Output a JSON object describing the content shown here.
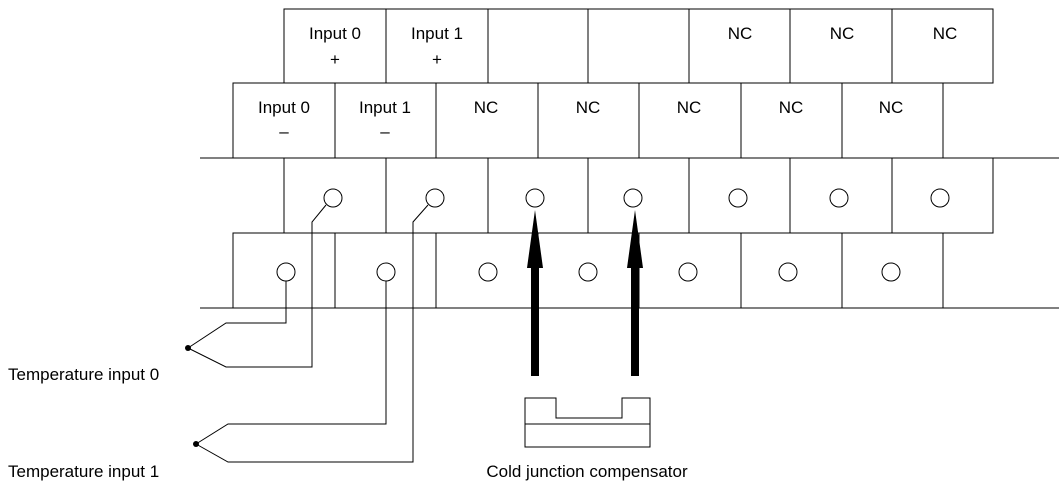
{
  "terminal_labels": {
    "top_row": [
      {
        "line1": "Input 0",
        "line2": "+"
      },
      {
        "line1": "Input 1",
        "line2": "+"
      },
      {
        "line1": "",
        "line2": ""
      },
      {
        "line1": "",
        "line2": ""
      },
      {
        "line1": "NC",
        "line2": ""
      },
      {
        "line1": "NC",
        "line2": ""
      },
      {
        "line1": "NC",
        "line2": ""
      }
    ],
    "bottom_row": [
      {
        "line1": "Input 0",
        "line2": "–"
      },
      {
        "line1": "Input 1",
        "line2": "–"
      },
      {
        "line1": "NC",
        "line2": ""
      },
      {
        "line1": "NC",
        "line2": ""
      },
      {
        "line1": "NC",
        "line2": ""
      },
      {
        "line1": "NC",
        "line2": ""
      },
      {
        "line1": "NC",
        "line2": ""
      }
    ]
  },
  "captions": {
    "temperature_input_0": "Temperature input 0",
    "temperature_input_1": "Temperature input 1",
    "cold_junction": "Cold junction compensator"
  },
  "colors": {
    "line": "#000000",
    "background": "#ffffff"
  }
}
